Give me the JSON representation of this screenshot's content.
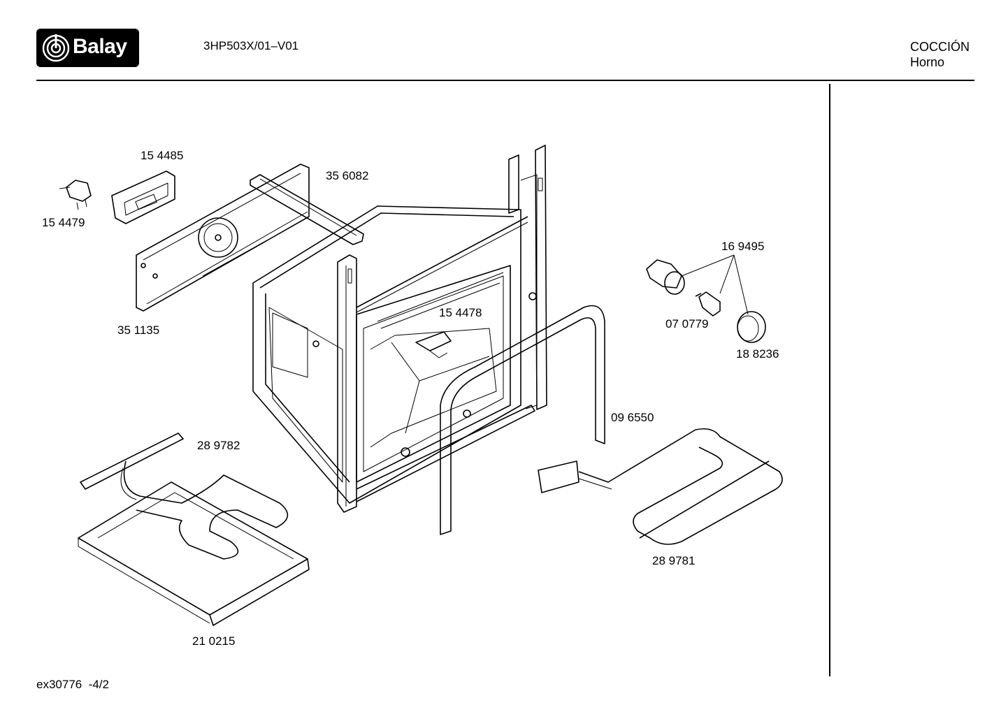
{
  "brand": {
    "name": "Balay",
    "icon": "balay-burner-icon"
  },
  "header": {
    "model": "3HP503X/01–V01",
    "category": "COCCIÓN",
    "subcategory": "Horno"
  },
  "footer": {
    "code": "ex30776  -4/2"
  },
  "parts": [
    {
      "id": "154485",
      "label": "15 4485"
    },
    {
      "id": "154479",
      "label": "15 4479"
    },
    {
      "id": "356082",
      "label": "35 6082"
    },
    {
      "id": "351135",
      "label": "35 1135"
    },
    {
      "id": "169495",
      "label": "16 9495"
    },
    {
      "id": "070779",
      "label": "07 0779"
    },
    {
      "id": "188236",
      "label": "18 8236"
    },
    {
      "id": "154478",
      "label": "15 4478"
    },
    {
      "id": "096550",
      "label": "09 6550"
    },
    {
      "id": "289782",
      "label": "28 9782"
    },
    {
      "id": "289781",
      "label": "28 9781"
    },
    {
      "id": "210215",
      "label": "21 0215"
    }
  ]
}
